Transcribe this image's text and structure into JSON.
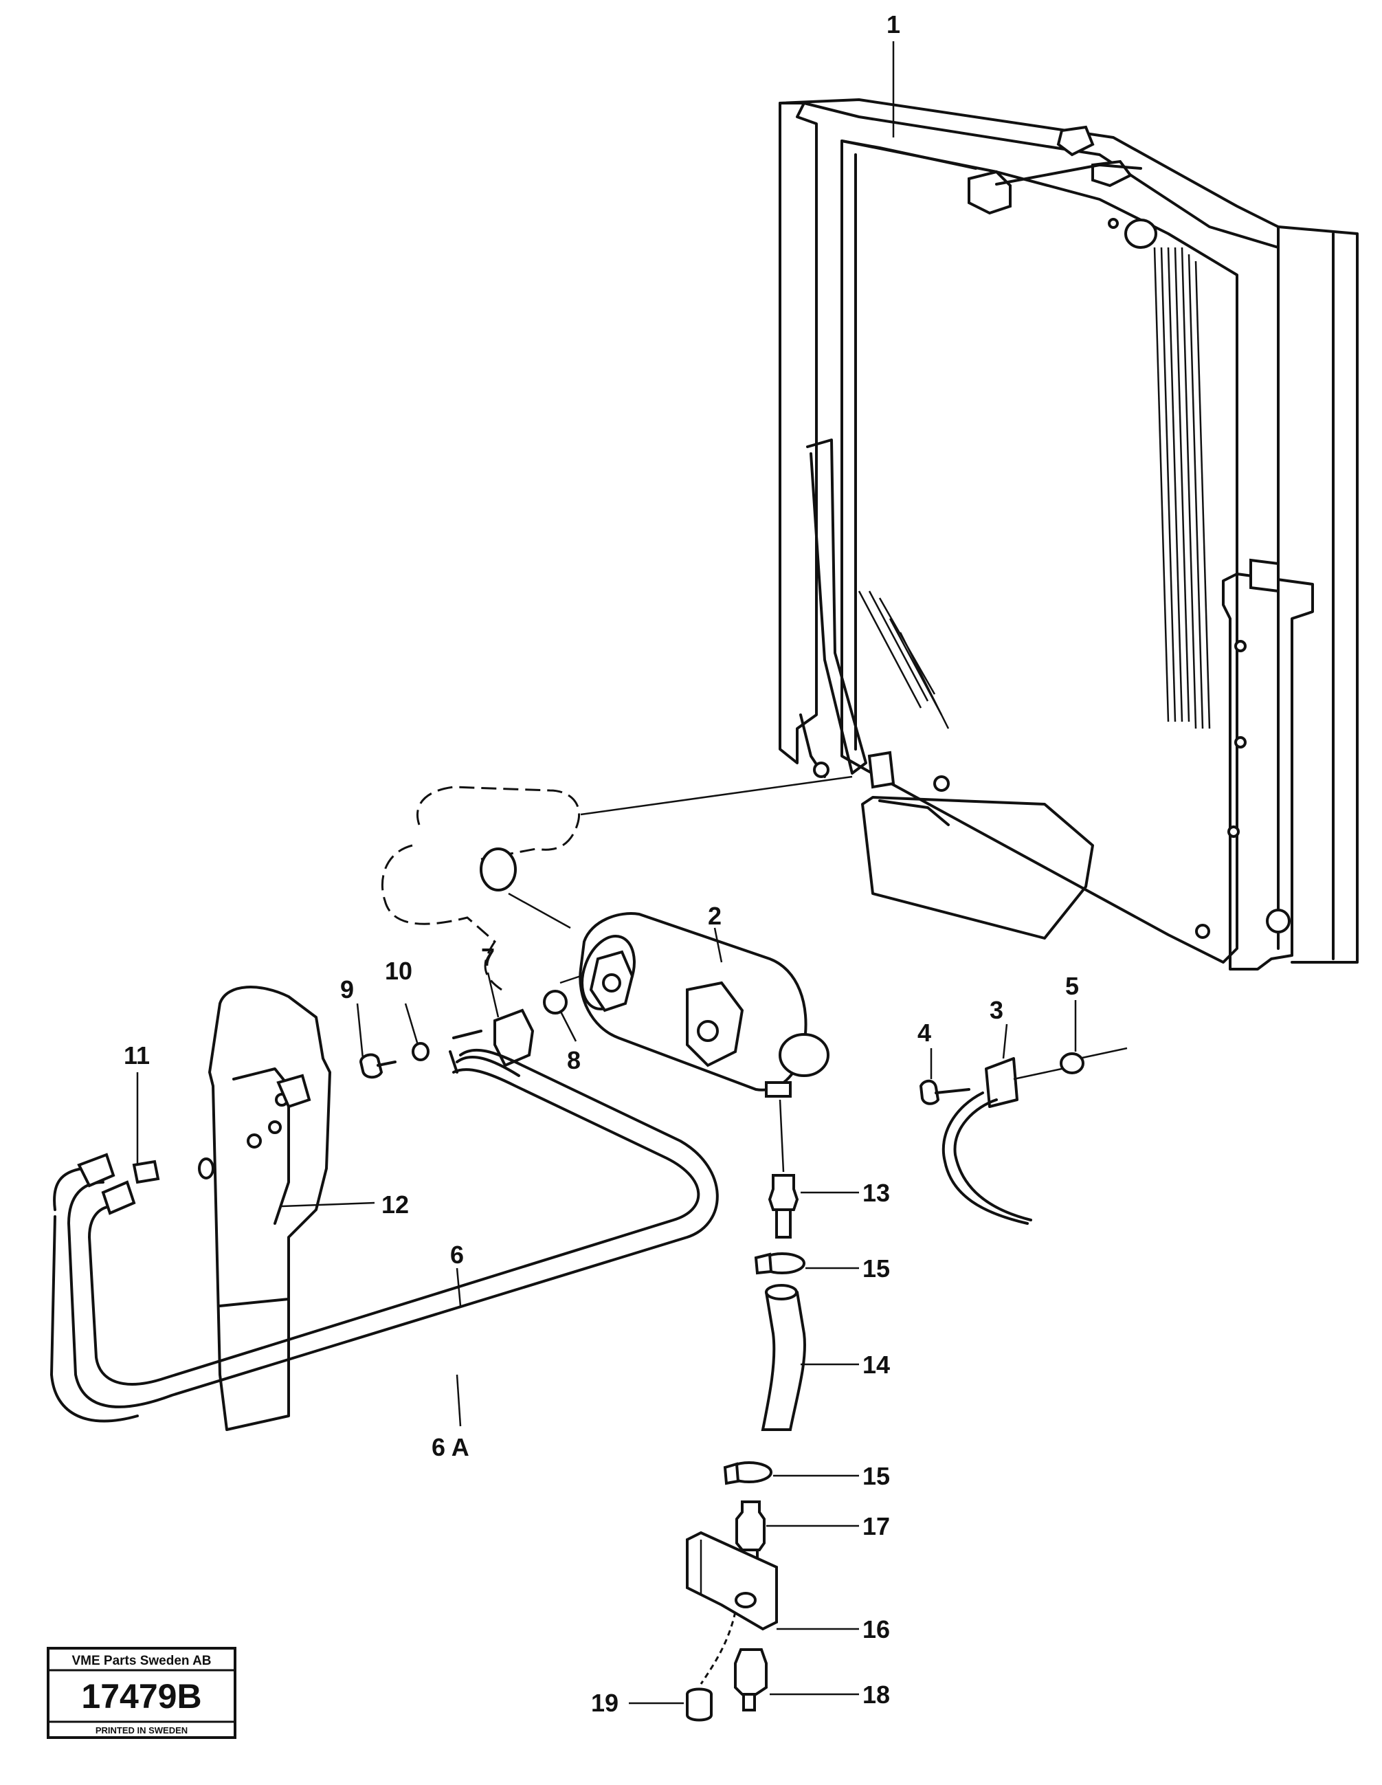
{
  "callouts": {
    "c1": "1",
    "c2": "2",
    "c3": "3",
    "c4": "4",
    "c5": "5",
    "c6": "6",
    "c6a": "6 A",
    "c7": "7",
    "c8": "8",
    "c9": "9",
    "c10": "10",
    "c11": "11",
    "c12": "12",
    "c13": "13",
    "c14": "14",
    "c15a": "15",
    "c15b": "15",
    "c16": "16",
    "c17": "17",
    "c18": "18",
    "c19": "19"
  },
  "stamp": {
    "company": "VME Parts Sweden AB",
    "number": "17479B",
    "printed": "PRINTED IN SWEDEN"
  }
}
